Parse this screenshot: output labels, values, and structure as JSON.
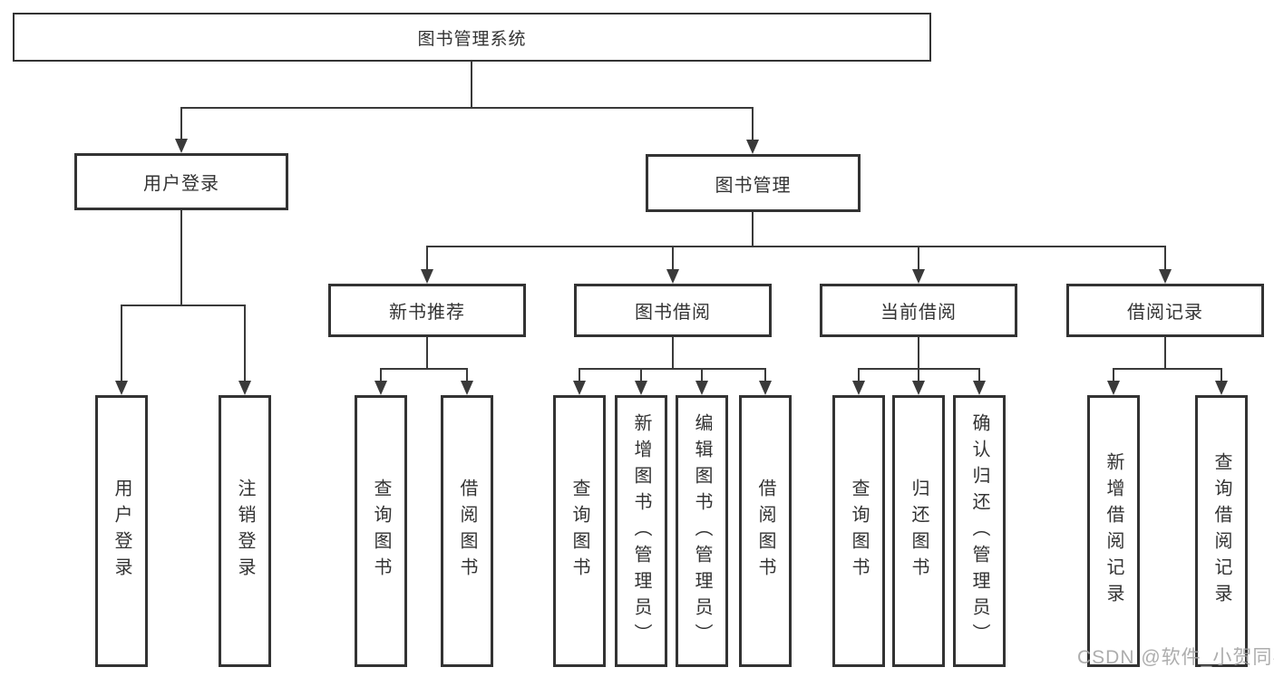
{
  "tree": {
    "root": {
      "label": "图书管理系统"
    },
    "branches": {
      "user_login": {
        "label": "用户登录",
        "children": {
          "login": "用户登录",
          "logout": "注销登录"
        }
      },
      "book_management": {
        "label": "图书管理",
        "sections": {
          "new_book": {
            "label": "新书推荐",
            "children": {
              "query": "查询图书",
              "borrow": "借阅图书"
            }
          },
          "borrowing": {
            "label": "图书借阅",
            "children": {
              "query": "查询图书",
              "add": "新增图书（管理员）",
              "edit": "编辑图书（管理员）",
              "borrow": "借阅图书"
            }
          },
          "current": {
            "label": "当前借阅",
            "children": {
              "query": "查询图书",
              "return": "归还图书",
              "confirm": "确认归还（管理员）"
            }
          },
          "records": {
            "label": "借阅记录",
            "children": {
              "add": "新增借阅记录",
              "query": "查询借阅记录"
            }
          }
        }
      }
    }
  },
  "watermark": {
    "text": "CSDN @软件_小贺同学"
  },
  "colors": {
    "line": "#333333",
    "text": "#333333",
    "background": "#ffffff",
    "watermark": "#a4a4a4"
  }
}
